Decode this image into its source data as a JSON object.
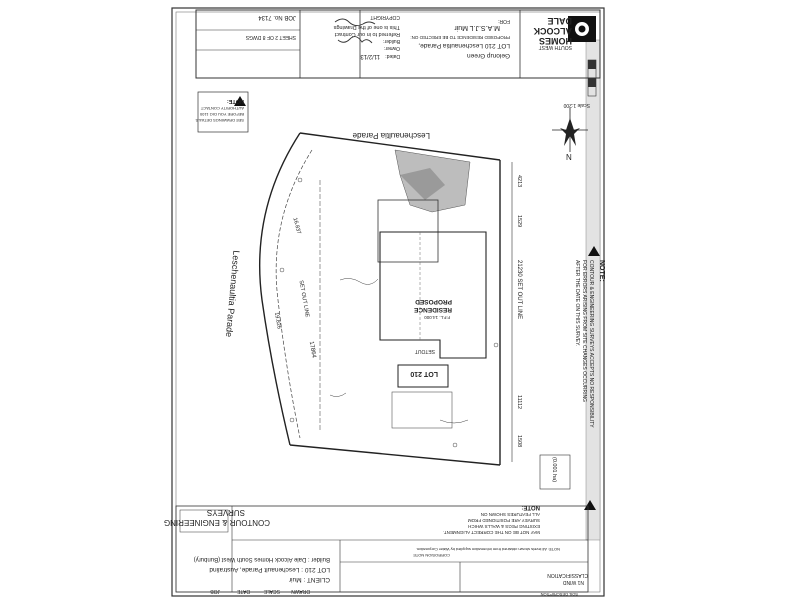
{
  "title_block": {
    "brand_line1": "DALE",
    "brand_line2": "ALCOCK",
    "brand_line3": "HOMES",
    "brand_sub": "SOUTH WEST",
    "client_label": "FOR:",
    "client": "M.A.S.J.L Muir",
    "proposed": "PROPOSED RESIDENCE TO BE ERECTED ON:",
    "lot": "LOT 210 Leschenaultia Parade,",
    "suburb": "Gelorup Green",
    "copyright": "COPYRIGHT",
    "drawings_note1": "This is one of the Drawings",
    "drawings_note2": "Referred to in our Contract",
    "builder": "Builder:",
    "owner": "Owner:",
    "dated": "Dated:",
    "date_value": "11/2/13",
    "job_no": "JOB No. 7134",
    "sheet": "SHEET 2 OF 8 DWGS",
    "scale": "Scale 1:200"
  },
  "notes_top": {
    "note": "NOTE:",
    "line1": "AUTHORITY CONTACT",
    "line2": "BEFORE YOU DIG 1100",
    "line3": "SEE DRAWINGS DETAILS"
  },
  "site": {
    "street_top": "Leschenaultia Parade",
    "street_left": "Leschenaultia Parade",
    "residence1": "PROPOSED",
    "residence2": "RESIDENCE",
    "ffl": "F.F.L. 14.000",
    "lot_label": "LOT 210",
    "setout": "SETOUT",
    "setout_line": "SET OUT LINE",
    "dim1": "21230 SET OUT LINE",
    "dim2": "11112",
    "dim3": "1508",
    "dim4": "4213",
    "dim5": "1529",
    "dim6": "17864",
    "dim7": "19.826",
    "dim8": "16.837",
    "north": "N"
  },
  "right_note": {
    "heading": "NOTE:",
    "line1": "CONTOUR & ENGINEERING SURVEYS ACCEPTS NO RESPONSIBILITY",
    "line2": "FOR ERRORS ARISING FROM SITE CHANGES OCCURRING",
    "line3": "AFTER THE DATE ON THIS SURVEY."
  },
  "right_note2": {
    "heading": "NOTE:",
    "line1": "ALL FEATURES SHOWN ON",
    "line2": "SURVEY ARE POSITIONED FROM",
    "line3": "EXISTING PEGS & WALLS WHICH",
    "line4": "MAY NOT BE ON THE CORRECT ALIGNMENT."
  },
  "area_note": "(0.001 ha)",
  "bottom_block": {
    "company1": "CONTOUR & ENGINEERING",
    "company2": "SURVEYS",
    "client_line": "CLIENT : Muir",
    "lot_line": "LOT 210 : Leschenault Parade, Australind",
    "builder_line": "Builder : Dale Alcock Homes South West (Bunbury)",
    "col_job": "JOB",
    "col_date": "DATE",
    "col_scale": "SCALE",
    "col_drawn": "DRAWN",
    "classification": "CLASSIFICATION",
    "wind": "N1 WIND",
    "soil": "SOIL DESCRIPTION",
    "corrosion": "CORROSION NOTE",
    "levels": "NOTE: All levels shown obtained from information supplied by Water Corporation."
  }
}
